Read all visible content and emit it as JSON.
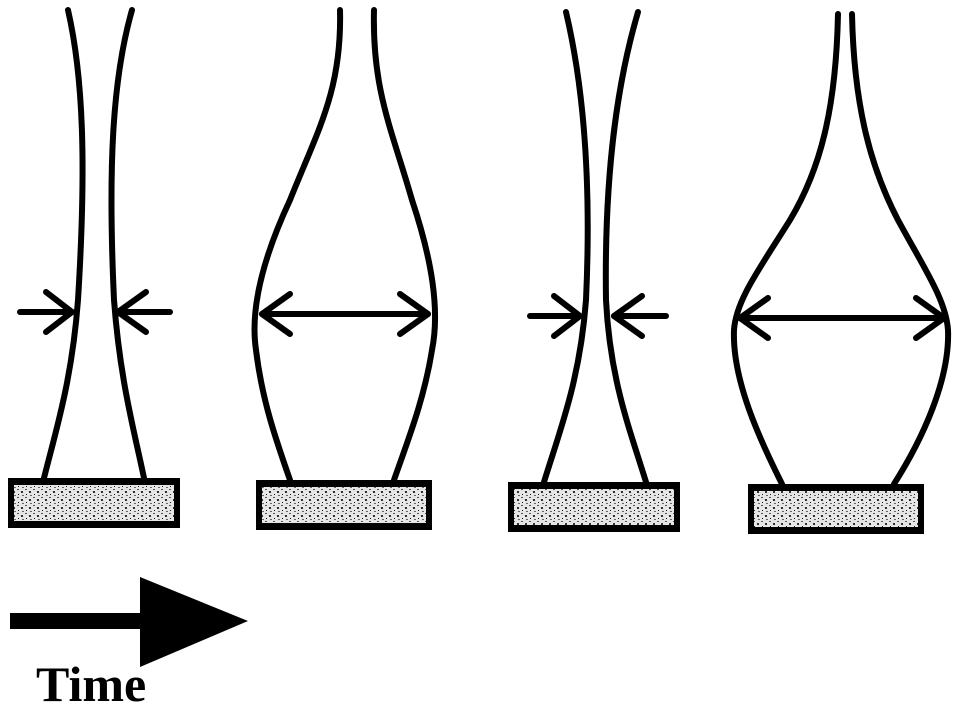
{
  "time_label": "Time",
  "colors": {
    "ink": "#000000",
    "background": "#ffffff",
    "base_fill": "#d9d9d9"
  },
  "panels": [
    {
      "id": "stage-1",
      "width_change": "narrowing"
    },
    {
      "id": "stage-2",
      "width_change": "widening"
    },
    {
      "id": "stage-3",
      "width_change": "narrowing"
    },
    {
      "id": "stage-4",
      "width_change": "widening"
    }
  ]
}
